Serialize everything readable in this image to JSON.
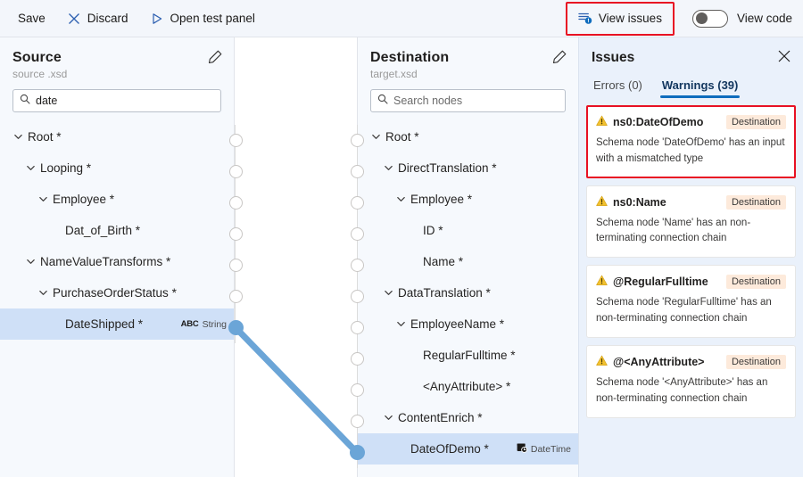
{
  "toolbar": {
    "save_label": "Save",
    "discard_label": "Discard",
    "open_test_panel_label": "Open test panel",
    "view_issues_label": "View issues",
    "view_code_label": "View code",
    "view_code_toggle_state": "off",
    "highlight_color": "#e81123",
    "accent_color": "#0f6cbd"
  },
  "source_panel": {
    "title": "Source",
    "subtitle": "source .xsd",
    "search": {
      "value": "date",
      "placeholder": "Search nodes"
    },
    "nodes": [
      {
        "label": "Root *",
        "depth": 0,
        "expandable": true,
        "selected": false,
        "type": ""
      },
      {
        "label": "Looping *",
        "depth": 1,
        "expandable": true,
        "selected": false,
        "type": ""
      },
      {
        "label": "Employee *",
        "depth": 2,
        "expandable": true,
        "selected": false,
        "type": ""
      },
      {
        "label": "Dat_of_Birth *",
        "depth": 3,
        "expandable": false,
        "selected": false,
        "type": ""
      },
      {
        "label": "NameValueTransforms *",
        "depth": 1,
        "expandable": true,
        "selected": false,
        "type": ""
      },
      {
        "label": "PurchaseOrderStatus *",
        "depth": 2,
        "expandable": true,
        "selected": false,
        "type": ""
      },
      {
        "label": "DateShipped *",
        "depth": 3,
        "expandable": false,
        "selected": true,
        "type": "String",
        "type_icon": "abc-icon"
      }
    ]
  },
  "destination_panel": {
    "title": "Destination",
    "subtitle": "target.xsd",
    "search": {
      "value": "",
      "placeholder": "Search nodes"
    },
    "nodes": [
      {
        "label": "Root *",
        "depth": 0,
        "expandable": true,
        "selected": false,
        "type": ""
      },
      {
        "label": "DirectTranslation *",
        "depth": 1,
        "expandable": true,
        "selected": false,
        "type": ""
      },
      {
        "label": "Employee *",
        "depth": 2,
        "expandable": true,
        "selected": false,
        "type": ""
      },
      {
        "label": "ID *",
        "depth": 3,
        "expandable": false,
        "selected": false,
        "type": ""
      },
      {
        "label": "Name *",
        "depth": 3,
        "expandable": false,
        "selected": false,
        "type": ""
      },
      {
        "label": "DataTranslation *",
        "depth": 1,
        "expandable": true,
        "selected": false,
        "type": ""
      },
      {
        "label": "EmployeeName *",
        "depth": 2,
        "expandable": true,
        "selected": false,
        "type": ""
      },
      {
        "label": "RegularFulltime *",
        "depth": 3,
        "expandable": false,
        "selected": false,
        "type": ""
      },
      {
        "label": "<AnyAttribute> *",
        "depth": 3,
        "expandable": false,
        "selected": false,
        "type": ""
      },
      {
        "label": "ContentEnrich *",
        "depth": 1,
        "expandable": true,
        "selected": false,
        "type": ""
      },
      {
        "label": "DateOfDemo *",
        "depth": 2,
        "expandable": false,
        "selected": true,
        "type": "DateTime",
        "type_icon": "datetime-icon"
      }
    ]
  },
  "connection": {
    "from_node": "DateShipped *",
    "to_node": "DateOfDemo *",
    "color": "#6ba5d7"
  },
  "issues_panel": {
    "title": "Issues",
    "close_label": "Close",
    "tabs": [
      {
        "label": "Errors (0)",
        "active": false
      },
      {
        "label": "Warnings (39)",
        "active": true
      }
    ],
    "items": [
      {
        "name": "ns0:DateOfDemo",
        "badge": "Destination",
        "description": "Schema node 'DateOfDemo' has an input with a mismatched type",
        "highlighted": true
      },
      {
        "name": "ns0:Name",
        "badge": "Destination",
        "description": "Schema node 'Name' has an non-terminating connection chain",
        "highlighted": false
      },
      {
        "name": "@RegularFulltime",
        "badge": "Destination",
        "description": "Schema node 'RegularFulltime' has an non-terminating connection chain",
        "highlighted": false
      },
      {
        "name": "@<AnyAttribute>",
        "badge": "Destination",
        "description": "Schema node '<AnyAttribute>' has an non-terminating connection chain",
        "highlighted": false
      }
    ]
  }
}
